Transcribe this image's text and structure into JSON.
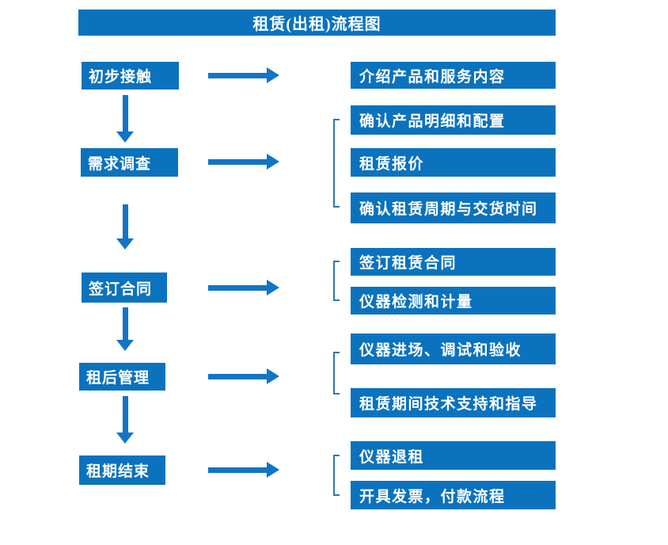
{
  "title": "租赁(出租)流程图",
  "colors": {
    "box-fill": "#0B72BE",
    "arrow-fill": "#1274C5",
    "bracket-line": "#2E75B6",
    "box-text": "#FFFFFF",
    "background": "#FFFFFF"
  },
  "stages": [
    {
      "label": "初步接触",
      "outputs": [
        "介绍产品和服务内容"
      ]
    },
    {
      "label": "需求调查",
      "outputs": [
        "确认产品明细和配置",
        "租赁报价",
        "确认租赁周期与交货时间"
      ]
    },
    {
      "label": "签订合同",
      "outputs": [
        "签订租赁合同",
        "仪器检测和计量"
      ]
    },
    {
      "label": "租后管理",
      "outputs": [
        "仪器进场、调试和验收",
        "租赁期间技术支持和指导"
      ]
    },
    {
      "label": "租期结束",
      "outputs": [
        "仪器退租",
        "开具发票，付款流程"
      ]
    }
  ]
}
